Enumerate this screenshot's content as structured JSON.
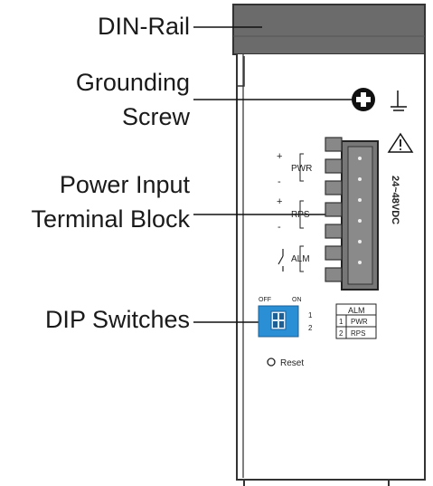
{
  "callouts": {
    "din_rail": "DIN-Rail",
    "grounding_1": "Grounding",
    "grounding_2": "Screw",
    "power_1": "Power Input",
    "power_2": "Terminal Block",
    "dip": "DIP Switches"
  },
  "terminal": {
    "pwr": "PWR",
    "rps": "RPS",
    "alm": "ALM",
    "voltage": "24~48VDC",
    "plus": "+",
    "minus": "-"
  },
  "dip": {
    "off": "OFF",
    "on": "ON",
    "n1": "1",
    "n2": "2",
    "color": "#2b8fd6"
  },
  "alm_table": {
    "header": "ALM",
    "rows": [
      {
        "num": "1",
        "label": "PWR"
      },
      {
        "num": "2",
        "label": "RPS"
      }
    ]
  },
  "reset": "Reset"
}
